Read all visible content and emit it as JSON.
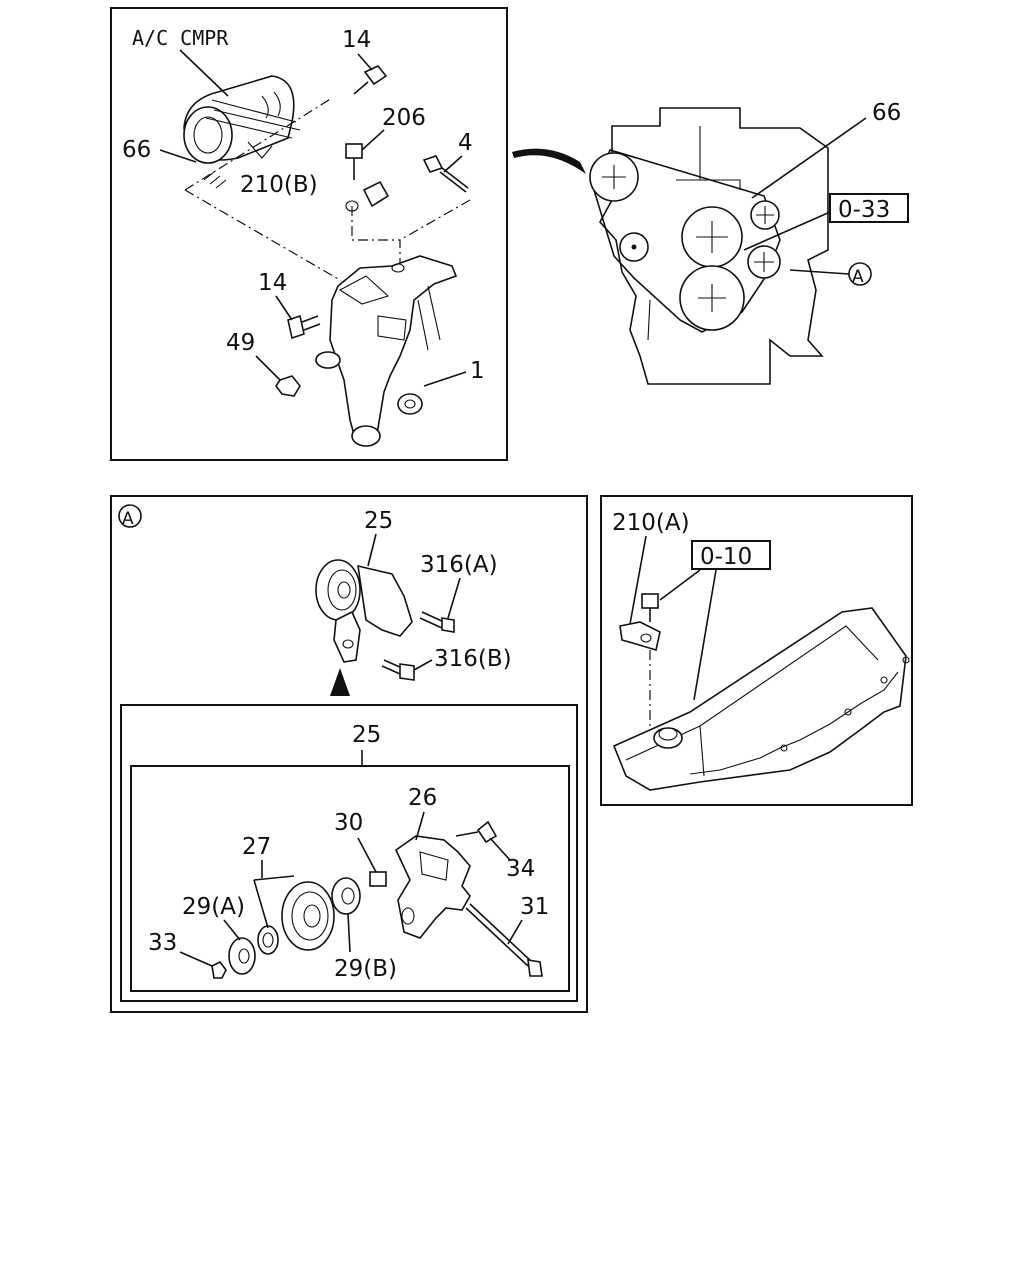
{
  "panel_top": {
    "compressor_label": "A/C CMPR",
    "callouts": {
      "c14_top": "14",
      "c206": "206",
      "c66_left": "66",
      "c4": "4",
      "c210b": "210(B)",
      "c14_mid": "14",
      "c49": "49",
      "c1": "1"
    }
  },
  "engine_view": {
    "callouts": {
      "c66": "66",
      "ref": "0-33",
      "circle_a": "A"
    }
  },
  "panel_a": {
    "circle_a": "A",
    "callouts": {
      "c25_top": "25",
      "c316a": "316(A)",
      "c316b": "316(B)",
      "c25_inner": "25",
      "c26": "26",
      "c27": "27",
      "c30": "30",
      "c34": "34",
      "c29a": "29(A)",
      "c31": "31",
      "c33": "33",
      "c29b": "29(B)"
    }
  },
  "panel_right": {
    "callouts": {
      "c210a": "210(A)",
      "ref": "0-10"
    }
  }
}
